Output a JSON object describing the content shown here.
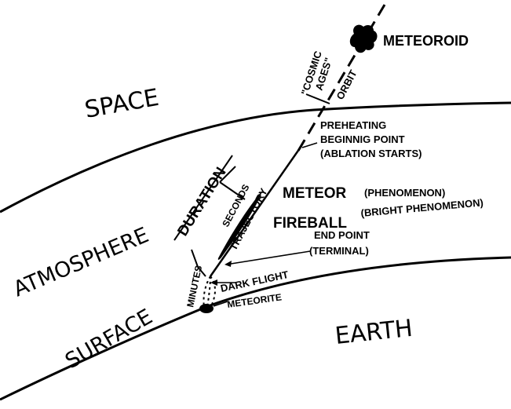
{
  "regions": {
    "space": "SPACE",
    "atmosphere": "ATMOSPHERE",
    "surface": "SURFACE",
    "earth": "EARTH"
  },
  "labels": {
    "meteoroid": "METEOROID",
    "cosmic_ages_1": "\"COSMIC",
    "cosmic_ages_2": "AGES\"",
    "orbit": "ORBIT",
    "preheating": "PREHEATING",
    "beginning_point": "BEGINNIG POINT",
    "ablation_starts": "(ABLATION STARTS)",
    "duration": "DURATION",
    "seconds": "SECONDS",
    "trajectory": "TRAJECTORY",
    "meteor": "METEOR",
    "meteor_note": "(PHENOMENON)",
    "fireball": "FIREBALL",
    "fireball_note": "(BRIGHT PHENOMENON)",
    "end_point": "END POINT",
    "terminal": "(TERMINAL)",
    "minutes": "MINUTES",
    "dark_flight": "DARK FLIGHT",
    "meteorite": "METEORITE"
  },
  "colors": {
    "ink": "#000000",
    "paper": "#ffffff"
  }
}
